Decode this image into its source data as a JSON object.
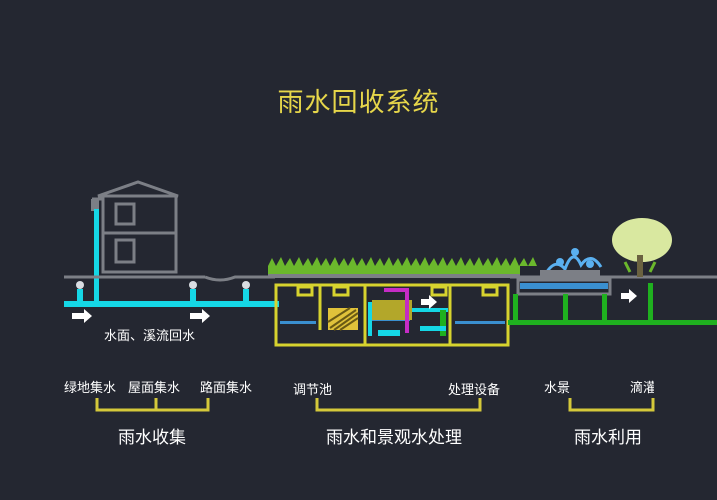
{
  "title": "雨水回收系统",
  "flow_note": "水面、溪流回水",
  "collection": {
    "items": [
      "绿地集水",
      "屋面集水",
      "路面集水"
    ],
    "group_label": "雨水收集"
  },
  "treatment": {
    "items": [
      "调节池",
      "处理设备"
    ],
    "group_label": "雨水和景观水处理"
  },
  "utilization": {
    "items": [
      "水景",
      "滴灌"
    ],
    "group_label": "雨水利用"
  },
  "colors": {
    "background": "#242731",
    "title": "#e6d64a",
    "rain_pipe": "#15d7e6",
    "tank_outline": "#d7d32e",
    "reuse_pipe": "#1fb01f",
    "bracket": "#d4c83a",
    "grass": "#6bb82c",
    "building": "#7c7f86"
  }
}
